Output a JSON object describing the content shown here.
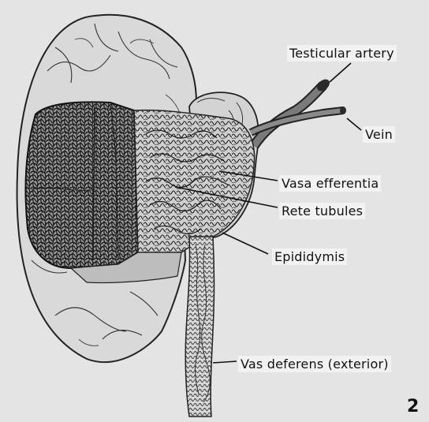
{
  "labels": {
    "testicular_artery": "Testicular artery",
    "vein": "Vein",
    "vasa_efferentia": "Vasa efferentia",
    "rete_tubules": "Rete tubules",
    "epididymis": "Epididymis",
    "vas_deferens": "Vas deferens (exterior)"
  },
  "plate_number": "2",
  "colors": {
    "background": "#e4e4e4",
    "ink": "#111111",
    "label_bg": "#f2f2f2"
  }
}
